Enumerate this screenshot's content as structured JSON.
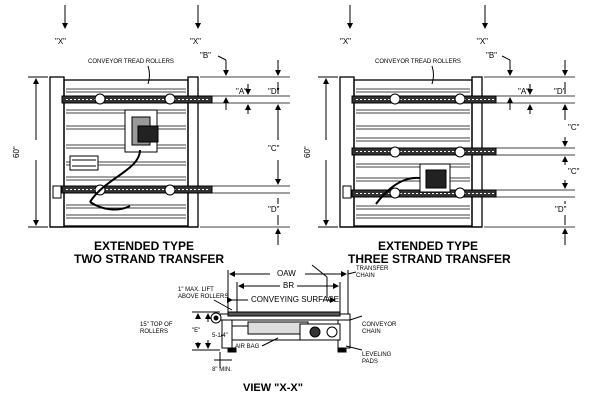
{
  "left_view": {
    "x_mark_left": "\"X\"",
    "x_mark_right": "\"X\"",
    "rollers_label": "CONVEYOR TREAD ROLLERS",
    "dim_b": "\"B\"",
    "dim_a": "\"A\"",
    "dim_d_top": "\"D\"",
    "dim_c": "\"C\"",
    "dim_d_bottom": "\"D\"",
    "height": "60\"",
    "title_line1": "EXTENDED TYPE",
    "title_line2": "TWO STRAND TRANSFER"
  },
  "right_view": {
    "x_mark_left": "\"X\"",
    "x_mark_right": "\"X\"",
    "rollers_label": "CONVEYOR TREAD ROLLERS",
    "dim_b": "\"B\"",
    "dim_a": "\"A\"",
    "dim_d_top": "\"D\"",
    "dim_c_upper": "\"C\"",
    "dim_c_lower": "\"C\"",
    "dim_d_bottom": "\"D\"",
    "height": "60\"",
    "title_line1": "EXTENDED TYPE",
    "title_line2": "THREE STRAND TRANSFER"
  },
  "section_view": {
    "oaw": "OAW",
    "br": "BR",
    "conveying_surface": "CONVEYING SURFACE",
    "max_lift": "1\" MAX. LIFT ABOVE ROLLERS",
    "top_of_rollers": "15\" TOP OF ROLLERS",
    "dim_e": "\"E\"",
    "dim_5_1_4": "5-1/4\"",
    "transfer_chain": "TRANSFER CHAIN",
    "conveyor_chain": "CONVEYOR CHAIN",
    "air_bag": "AIR BAG",
    "leveling_pads": "LEVELING PADS",
    "min_height": "8\" MIN.",
    "title": "VIEW \"X-X\""
  }
}
